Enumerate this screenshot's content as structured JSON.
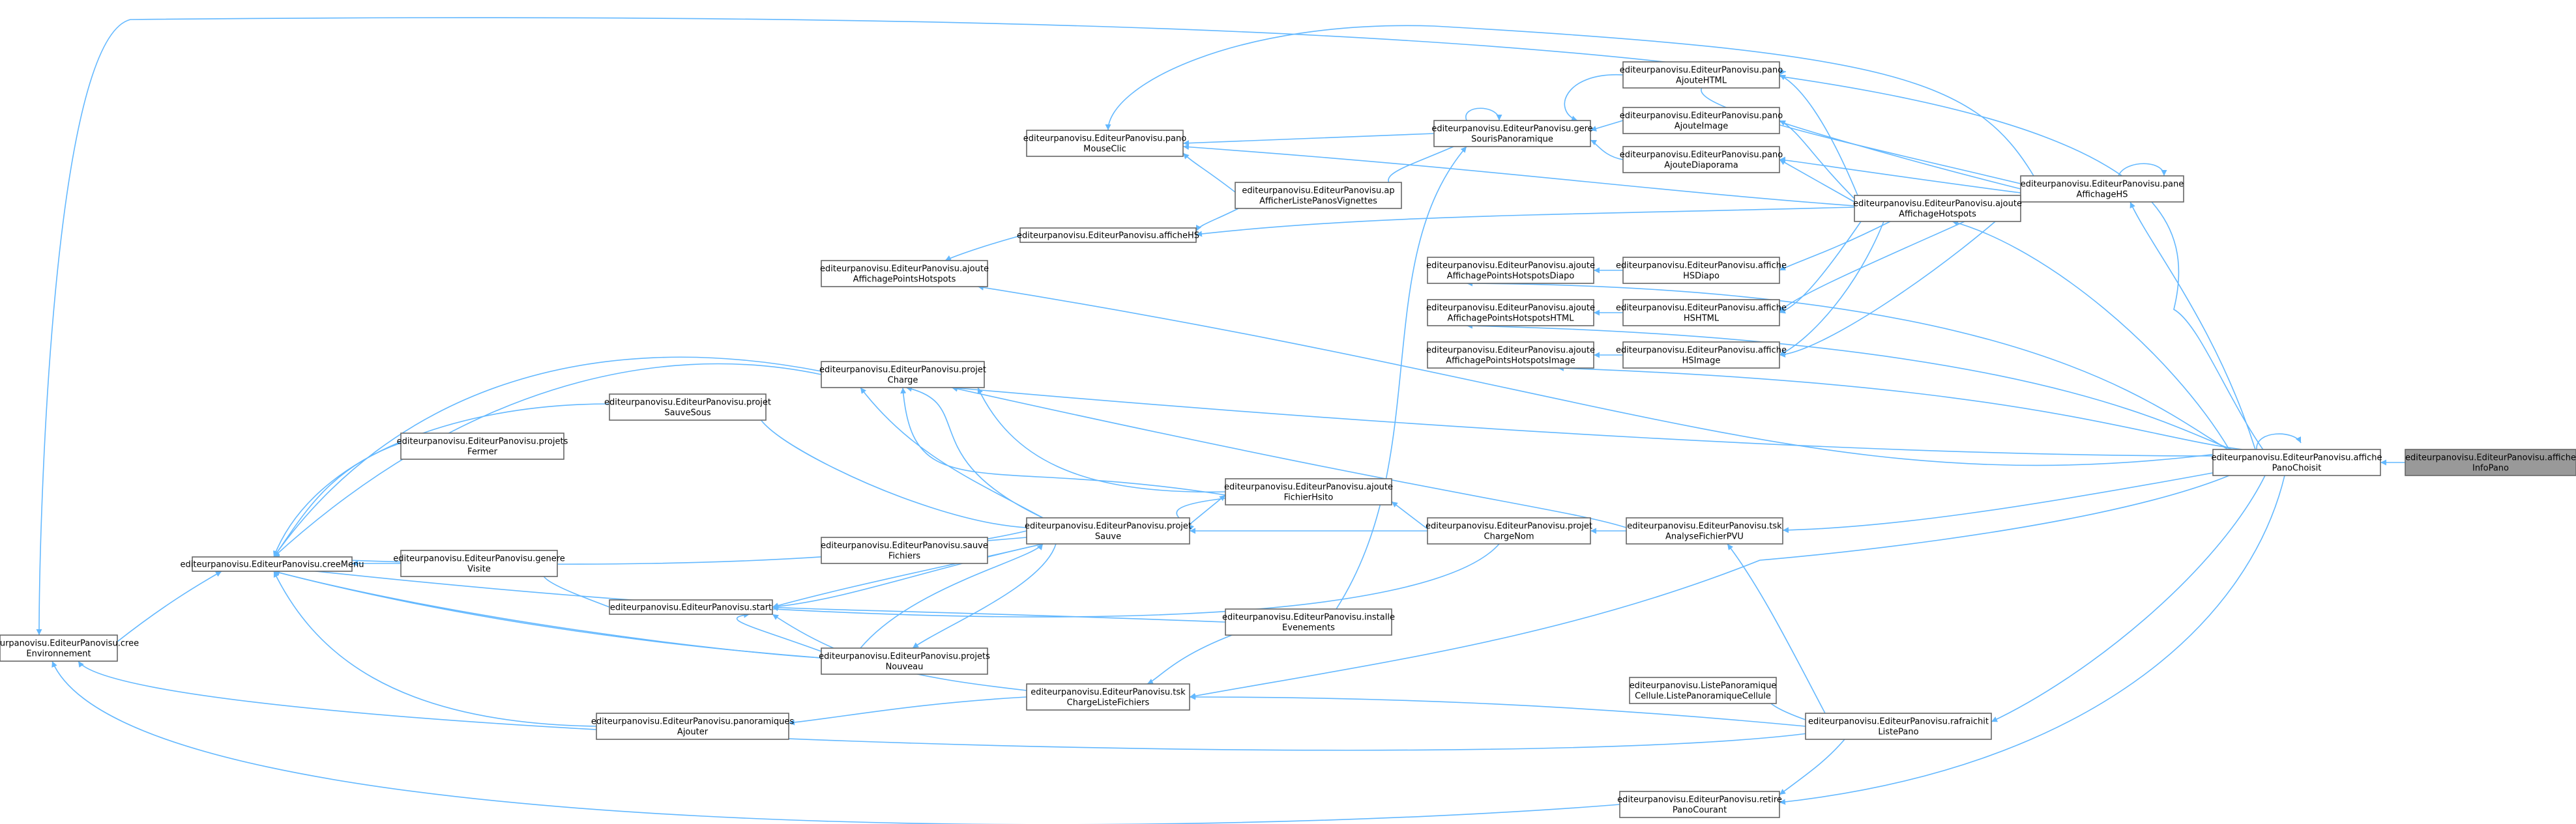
{
  "nodes": {
    "n_affiche_info_pano": [
      "editeurpanovisu.EditeurPanovisu.affiche",
      "InfoPano"
    ],
    "n_affiche_pano_choisit": [
      "editeurpanovisu.EditeurPanovisu.affiche",
      "PanoChoisit"
    ],
    "n_pane_affichage_hs": [
      "editeurpanovisu.EditeurPanovisu.pane",
      "AffichageHS"
    ],
    "n_ajoute_affichage_hotspots": [
      "editeurpanovisu.EditeurPanovisu.ajoute",
      "AffichageHotspots"
    ],
    "n_pano_ajoute_html": [
      "editeurpanovisu.EditeurPanovisu.pano",
      "AjouteHTML"
    ],
    "n_pano_ajoute_image": [
      "editeurpanovisu.EditeurPanovisu.pano",
      "AjouteImage"
    ],
    "n_pano_ajoute_diaporama": [
      "editeurpanovisu.EditeurPanovisu.pano",
      "AjouteDiaporama"
    ],
    "n_gere_souris_panoramique": [
      "editeurpanovisu.EditeurPanovisu.gere",
      "SourisPanoramique"
    ],
    "n_pano_mouse_clic": [
      "editeurpanovisu.EditeurPanovisu.pano",
      "MouseClic"
    ],
    "n_afficher_liste_panos_vignettes": [
      "editeurpanovisu.EditeurPanovisu.ap",
      "AfficherListePanosVignettes"
    ],
    "n_affiche_hs": [
      "editeurpanovisu.EditeurPanovisu.afficheHS"
    ],
    "n_ajoute_affichage_points_hotspots": [
      "editeurpanovisu.EditeurPanovisu.ajoute",
      "AffichagePointsHotspots"
    ],
    "n_ajoute_affichage_points_hotspots_diapo": [
      "editeurpanovisu.EditeurPanovisu.ajoute",
      "AffichagePointsHotspotsDiapo"
    ],
    "n_ajoute_affichage_points_hotspots_html": [
      "editeurpanovisu.EditeurPanovisu.ajoute",
      "AffichagePointsHotspotsHTML"
    ],
    "n_ajoute_affichage_points_hotspots_image": [
      "editeurpanovisu.EditeurPanovisu.ajoute",
      "AffichagePointsHotspotsImage"
    ],
    "n_affiche_hs_diapo": [
      "editeurpanovisu.EditeurPanovisu.affiche",
      "HSDiapo"
    ],
    "n_affiche_hs_html": [
      "editeurpanovisu.EditeurPanovisu.affiche",
      "HSHTML"
    ],
    "n_affiche_hs_image": [
      "editeurpanovisu.EditeurPanovisu.affiche",
      "HSImage"
    ],
    "n_projet_charge": [
      "editeurpanovisu.EditeurPanovisu.projet",
      "Charge"
    ],
    "n_projet_sauve_sous": [
      "editeurpanovisu.EditeurPanovisu.projet",
      "SauveSous"
    ],
    "n_projets_fermer": [
      "editeurpanovisu.EditeurPanovisu.projets",
      "Fermer"
    ],
    "n_cree_menu": [
      "editeurpanovisu.EditeurPanovisu.creeMenu"
    ],
    "n_genere_visite": [
      "editeurpanovisu.EditeurPanovisu.genere",
      "Visite"
    ],
    "n_start": [
      "editeurpanovisu.EditeurPanovisu.start"
    ],
    "n_cree_environnement": [
      "editeurpanovisu.EditeurPanovisu.cree",
      "Environnement"
    ],
    "n_projet_sauve": [
      "editeurpanovisu.EditeurPanovisu.projet",
      "Sauve"
    ],
    "n_sauve_fichiers": [
      "editeurpanovisu.EditeurPanovisu.sauve",
      "Fichiers"
    ],
    "n_ajoute_fichier_hsito": [
      "editeurpanovisu.EditeurPanovisu.ajoute",
      "FichierHsito"
    ],
    "n_projet_charge_nom": [
      "editeurpanovisu.EditeurPanovisu.projet",
      "ChargeNom"
    ],
    "n_tsk_analyse_fichier_pvu": [
      "editeurpanovisu.EditeurPanovisu.tsk",
      "AnalyseFichierPVU"
    ],
    "n_installe_evenements": [
      "editeurpanovisu.EditeurPanovisu.installe",
      "Evenements"
    ],
    "n_projets_nouveau": [
      "editeurpanovisu.EditeurPanovisu.projets",
      "Nouveau"
    ],
    "n_tsk_charge_liste_fichiers": [
      "editeurpanovisu.EditeurPanovisu.tsk",
      "ChargeListeFichiers"
    ],
    "n_panoramiques_ajouter": [
      "editeurpanovisu.EditeurPanovisu.panoramiques",
      "Ajouter"
    ],
    "n_liste_panoramique_cellule": [
      "editeurpanovisu.ListePanoramique",
      "Cellule.ListePanoramiqueCellule"
    ],
    "n_rafraichit_liste_pano": [
      "editeurpanovisu.EditeurPanovisu.rafraichit",
      "ListePano"
    ],
    "n_retire_pano_courant": [
      "editeurpanovisu.EditeurPanovisu.retire",
      "PanoCourant"
    ]
  },
  "colors": {
    "edge": "#63b8ff",
    "node_border": "#666666",
    "target_fill": "#999999",
    "node_fill": "#ffffff"
  }
}
